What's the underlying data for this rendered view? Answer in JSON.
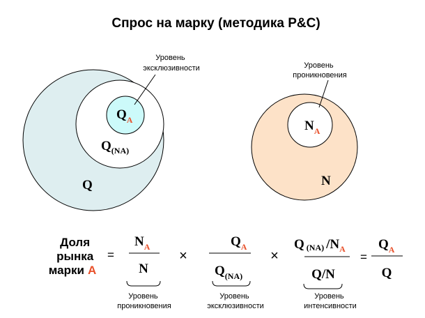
{
  "title": "Спрос на марку (методика P&C)",
  "colors": {
    "accent": "#e8502a",
    "circle_q": "#deeef0",
    "circle_qa": "#ccfafa",
    "circle_n": "#fde2c8",
    "stroke": "#000000"
  },
  "left_diagram": {
    "callout": [
      "Уровень",
      "эксклюзивности"
    ],
    "qa": {
      "main": "Q",
      "sub": "A"
    },
    "qna": {
      "main": "Q",
      "sub": "(NA)"
    },
    "q": "Q"
  },
  "right_diagram": {
    "callout": [
      "Уровень",
      "проникновения"
    ],
    "na": {
      "main": "N",
      "sub": "A"
    },
    "n": "N"
  },
  "formula": {
    "lhs": [
      "Доля",
      "рынка",
      "марки"
    ],
    "lhs_accent": "A",
    "equals": "=",
    "times": "×",
    "f1": {
      "num_main": "N",
      "num_sub": "A",
      "den": "N"
    },
    "f2": {
      "num_main": "Q",
      "num_sub": "A",
      "den_main": "Q",
      "den_sub": "(NA)"
    },
    "f3": {
      "num_a_main": "Q",
      "num_a_sub": "(NA)",
      "slash": "/",
      "num_b_main": "N",
      "num_b_sub": "A",
      "den": "Q/N"
    },
    "f4": {
      "num_main": "Q",
      "num_sub": "A",
      "den": "Q"
    },
    "labels": [
      [
        "Уровень",
        "проникновения"
      ],
      [
        "Уровень",
        "эксклюзивности"
      ],
      [
        "Уровень",
        "интенсивности"
      ]
    ]
  }
}
